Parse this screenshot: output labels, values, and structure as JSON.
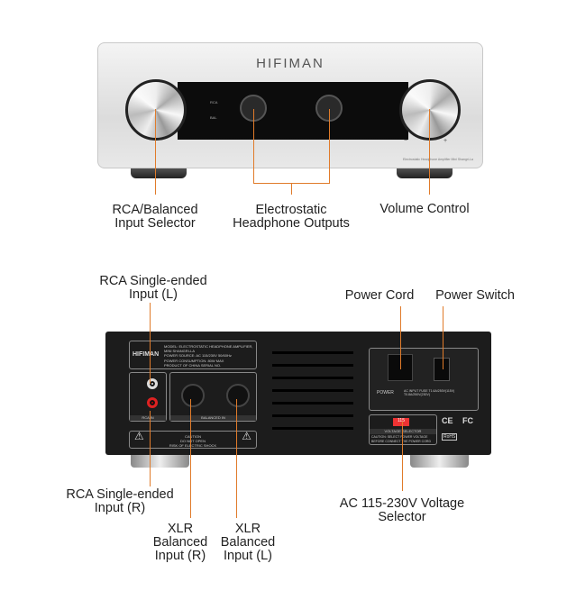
{
  "front": {
    "brand": "HIFIMAN",
    "led_rca": "RCA",
    "led_bal": "BAL",
    "knob_minus": "−",
    "knob_plus": "+",
    "model_text": "Electrostatic Headphone Amplifier Mini Shangri-La"
  },
  "front_labels": {
    "input_selector": "RCA/Balanced\nInput Selector",
    "outputs": "Electrostatic\nHeadphone Outputs",
    "volume": "Volume Control"
  },
  "rear": {
    "brand": "HIFIMAN",
    "info": "MODEL: ELECTROSTATIC HEADPHONE AMPLIFIER, MINI SHANGRI-LA\nPOWER SOURCE: AC 115/230V 50/60Hz\nPOWER CONSUMPTION: 80W MAX\nPRODUCT OF CHINA    SERIAL NO.",
    "rca_in": "RCA IN",
    "balanced_in": "BALANCED IN",
    "caution": "CAUTION\nDO NOT OPEN\nRISK OF ELECTRIC SHOCK",
    "power": "POWER",
    "fuse": "AC INPUT FUSE T1.6A/250V(115V) T0.8A/250V(230V)",
    "voltage_selector": "VOLTAGE SELECTOR",
    "voltage_caution": "CAUTION: SELECT POWER VOLTAGE BEFORE CONNECT THE POWER CORD",
    "voltage_value": "115",
    "rohs": "RoHS",
    "ce": "CE",
    "fc": "FC"
  },
  "rear_labels": {
    "rca_l": "RCA Single-ended\nInput (L)",
    "power_cord": "Power Cord",
    "power_switch": "Power Switch",
    "rca_r": "RCA Single-ended\nInput (R)",
    "xlr_r": "XLR\nBalanced\nInput (R)",
    "xlr_l": "XLR\nBalanced\nInput (L)",
    "voltage": "AC 115-230V Voltage Selector"
  },
  "colors": {
    "leader": "#e07b2a"
  }
}
